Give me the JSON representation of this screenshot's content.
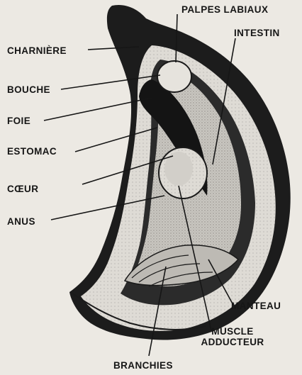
{
  "diagram": {
    "labels": {
      "palpes_labiaux": "PALPES LABIAUX",
      "intestin": "INTESTIN",
      "charniere": "CHARNIÈRE",
      "bouche": "BOUCHE",
      "foie": "FOIE",
      "estomac": "ESTOMAC",
      "coeur": "CŒUR",
      "anus": "ANUS",
      "manteau": "MANTEAU",
      "muscle_line1": "MUSCLE",
      "muscle_line2": "ADDUCTEUR",
      "branchies": "BRANCHIES"
    },
    "colors": {
      "paper": "#ece9e3",
      "ink": "#161616",
      "shell_dark": "#1c1c1c",
      "flesh_light": "#d9d6d0",
      "flesh_mid": "#a9a6a0"
    }
  }
}
